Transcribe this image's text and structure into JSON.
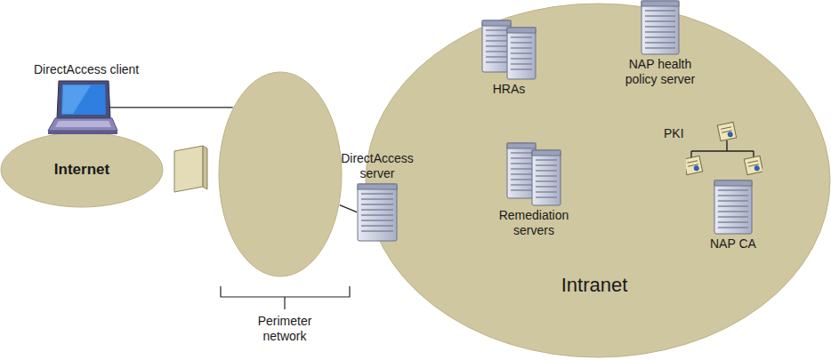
{
  "diagram": {
    "nodes": [
      {
        "text": [
          "Internet"
        ]
      },
      {
        "text": [
          "DirectAccess client"
        ],
        "in": 0
      },
      {
        "text": [
          "Perimeter network"
        ]
      },
      {
        "text": [
          "Intranet"
        ]
      },
      {
        "text": [
          "HRAs"
        ],
        "in": 3
      },
      {
        "text": [
          "NAP health policy server"
        ],
        "in": 3
      },
      {
        "text": [
          "DirectAccess server"
        ],
        "in": 3
      },
      {
        "text": [
          "Remediation servers"
        ],
        "in": 3
      },
      {
        "text": [
          "PKI"
        ],
        "in": 3
      },
      {
        "text": [
          "NAP CA"
        ],
        "in": 3
      }
    ],
    "edges": [
      {
        "from": 0,
        "to": 2,
        "arrow": "none"
      },
      {
        "from": 2,
        "to": 6,
        "arrow": "none"
      }
    ]
  }
}
